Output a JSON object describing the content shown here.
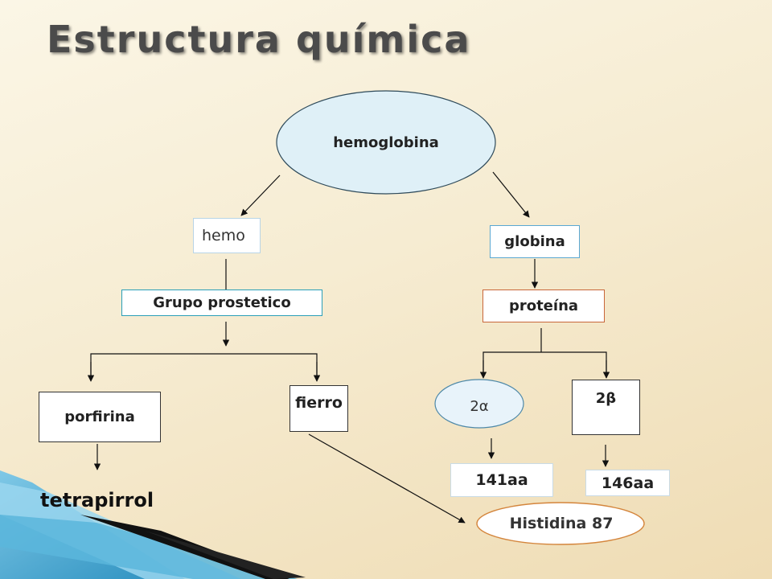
{
  "title": "Estructura química",
  "colors": {
    "ellipse_main_fill": "#dff0f7",
    "ellipse_main_stroke": "#2e4a5a",
    "hemo_border": "#b8d4e6",
    "grupo_border": "#2a9fb8",
    "globina_border": "#5aa8d2",
    "proteina_border": "#c8663a",
    "alpha_fill": "#e8f3fa",
    "alpha_stroke": "#4d88a8",
    "histidina_stroke": "#d4853c",
    "ribbon_main": "#3aa6cf",
    "ribbon_light": "#7fc8e6"
  },
  "nodes": {
    "hemoglobina": "hemoglobina",
    "hemo": "hemo",
    "globina": "globina",
    "grupo_prostetico": "Grupo prostetico",
    "proteina": "proteína",
    "porfirina": "porfirina",
    "fierro": "fierro",
    "alpha": "2α",
    "beta": "2β",
    "aa141": "141aa",
    "aa146": "146aa",
    "tetrapirrol": "tetrapirrol",
    "histidina": "Histidina 87"
  }
}
